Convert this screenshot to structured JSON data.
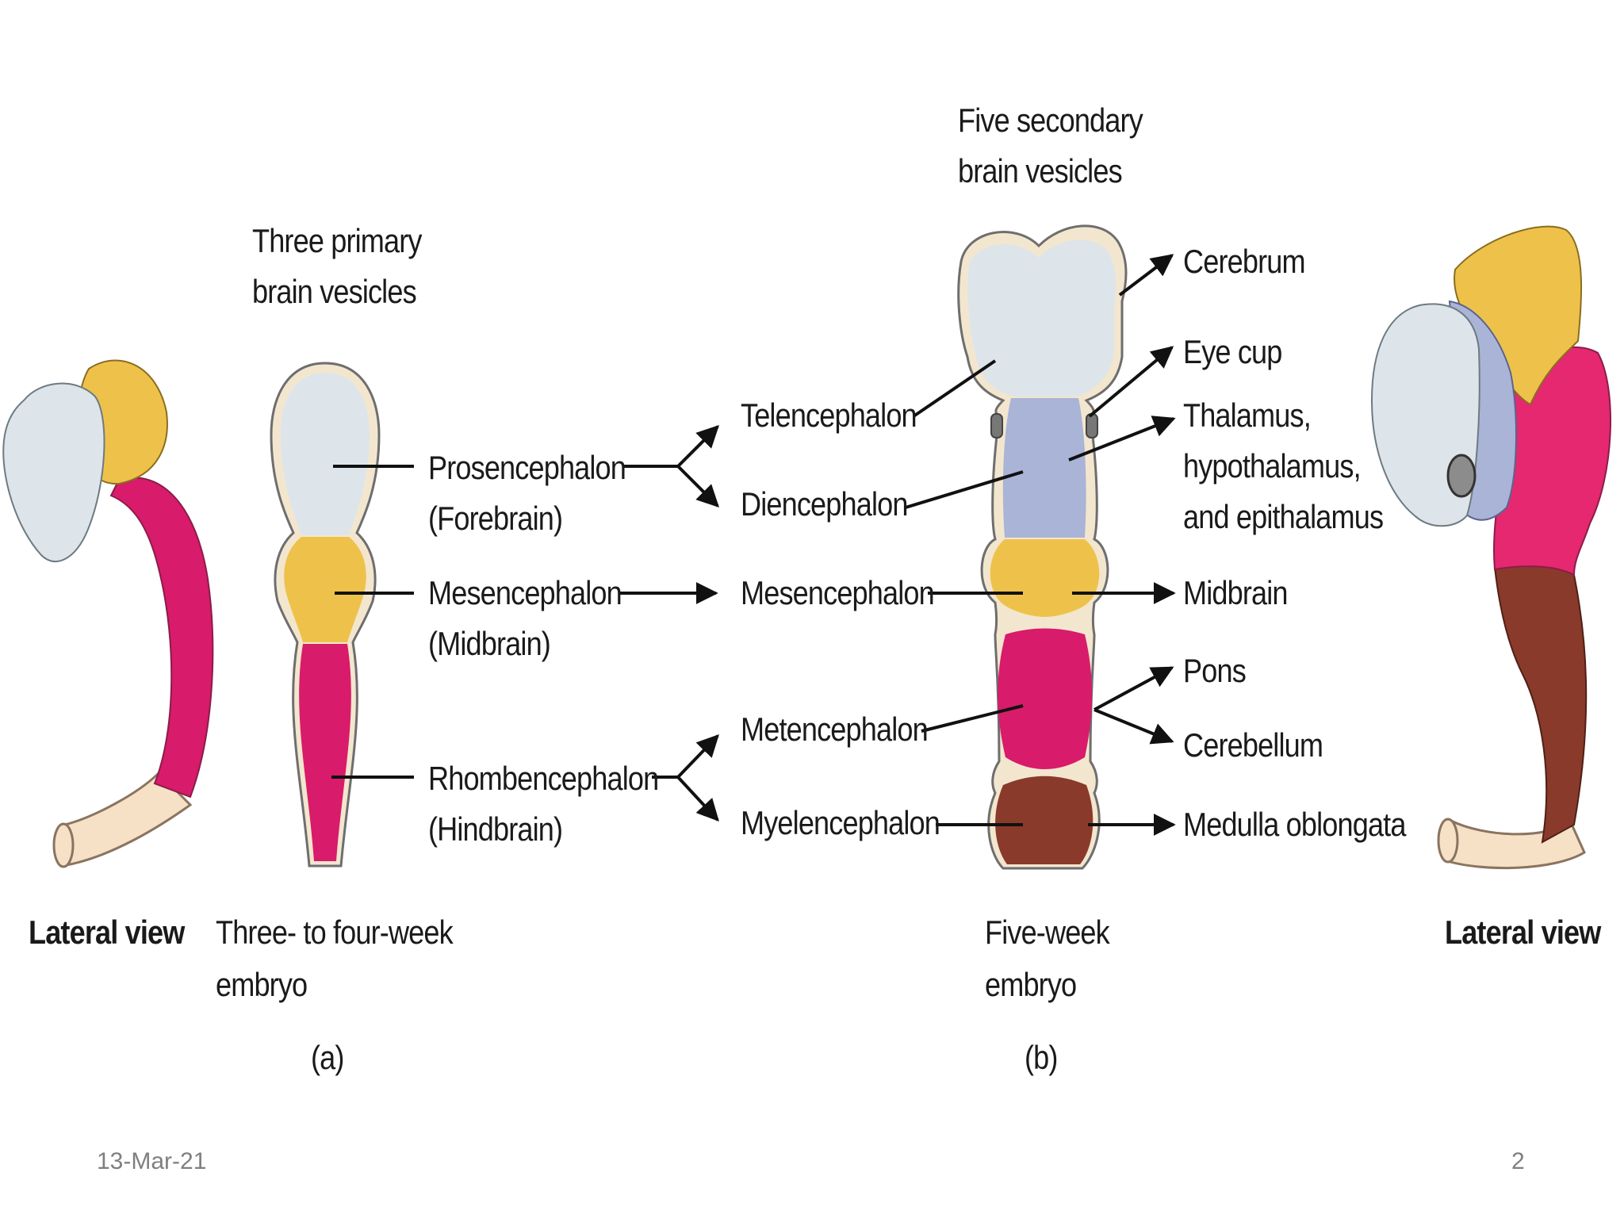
{
  "headings": {
    "primary": [
      "Three primary",
      "brain vesicles"
    ],
    "secondary": [
      "Five secondary",
      "brain vesicles"
    ]
  },
  "primary_vesicles": [
    {
      "name": "Prosencephalon",
      "common": "(Forebrain)",
      "color": "#dde5ea"
    },
    {
      "name": "Mesencephalon",
      "common": "(Midbrain)",
      "color": "#eec24a"
    },
    {
      "name": "Rhombencephalon",
      "common": "(Hindbrain)",
      "color": "#d81b6a"
    }
  ],
  "secondary_vesicles": [
    {
      "name": "Telencephalon",
      "color": "#dde5ea"
    },
    {
      "name": "Diencephalon",
      "color": "#a9b4d6"
    },
    {
      "name": "Mesencephalon",
      "color": "#eec24a"
    },
    {
      "name": "Metencephalon",
      "color": "#d81b6a"
    },
    {
      "name": "Myelencephalon",
      "color": "#8a3a2a"
    }
  ],
  "adult_structures": [
    {
      "name": "Cerebrum"
    },
    {
      "name": "Eye cup"
    },
    {
      "lines": [
        "Thalamus,",
        "hypothalamus,",
        "and epithalamus"
      ]
    },
    {
      "name": "Midbrain"
    },
    {
      "name": "Pons"
    },
    {
      "name": "Cerebellum"
    },
    {
      "name": "Medulla oblongata"
    }
  ],
  "captions": {
    "left_view": "Lateral view",
    "right_view": "Lateral view",
    "stage_a": [
      "Three- to four-week",
      "embryo"
    ],
    "stage_b": [
      "Five-week",
      "embryo"
    ],
    "panel_a": "(a)",
    "panel_b": "(b)"
  },
  "footer": {
    "date": "13-Mar-21",
    "page": "2"
  },
  "colors": {
    "forebrain": "#dde5ea",
    "diencephalon": "#a9b4d6",
    "midbrain": "#eec24a",
    "hindbrain": "#d81b6a",
    "myelencephalon": "#8a3a2a",
    "spinal_cord": "#f6e0c6",
    "outline": "#f3e6cf",
    "arrow": "#111111"
  }
}
